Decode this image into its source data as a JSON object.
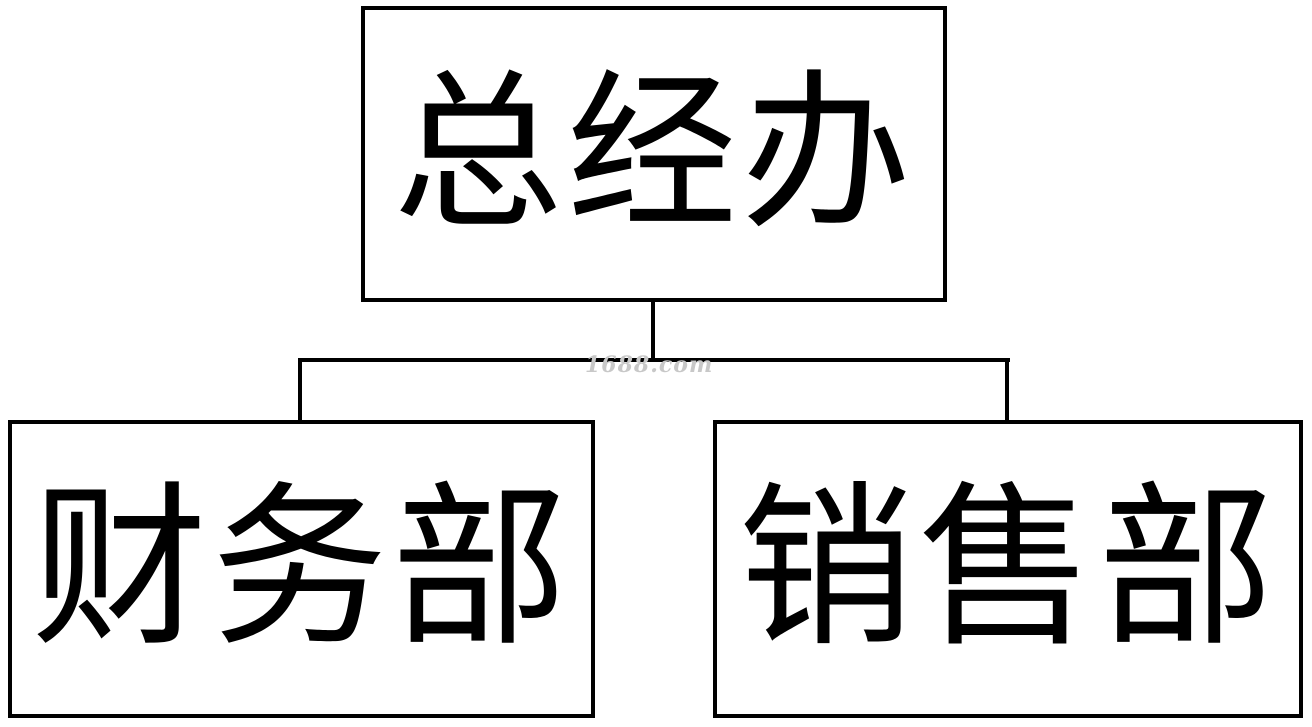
{
  "org_chart": {
    "top_node": {
      "label": "总经办"
    },
    "children": [
      {
        "label": "财务部"
      },
      {
        "label": "销售部"
      }
    ]
  },
  "watermark": {
    "text": "1688.com"
  }
}
